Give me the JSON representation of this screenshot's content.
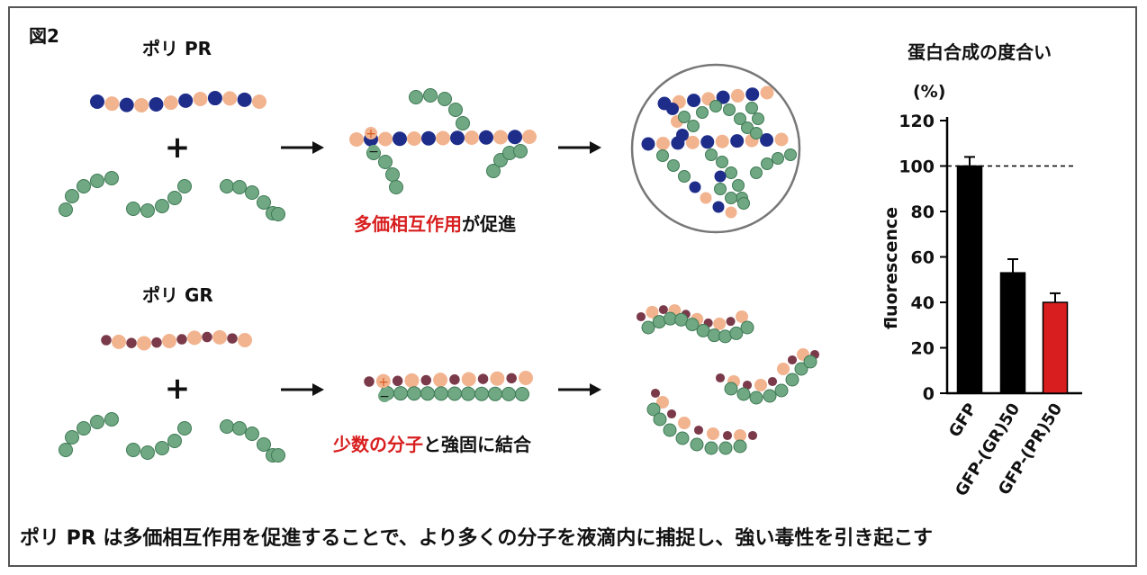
{
  "figure_label": "図2",
  "row1": {
    "title": "ポリ PR",
    "caption_red": "多価相互作用",
    "caption_rest": "が促進"
  },
  "row2": {
    "title": "ポリ GR",
    "caption_red": "少数の分子",
    "caption_rest": "と強固に結合"
  },
  "symbols": {
    "plus": "+",
    "pos": "+",
    "neg": "−"
  },
  "bottom_caption": "ポリ PR は多価相互作用を促進することで、より多くの分子を液滴内に捕捉し、強い毒性を引き起こす",
  "colors": {
    "navy": "#1f2d8a",
    "peach": "#f2b38f",
    "maroon": "#7a3a4a",
    "green": "#6fa882",
    "green_edge": "#3f7a55",
    "bar_black": "#000000",
    "bar_red": "#d81e1e"
  },
  "chart_data": {
    "type": "bar",
    "title": "蛋白合成の度合い",
    "unit": "(%)",
    "ylabel": "fluorescence",
    "ylim": [
      0,
      120
    ],
    "yticks": [
      "0",
      "20",
      "40",
      "60",
      "80",
      "100",
      "120"
    ],
    "categories": [
      "GFP",
      "GFP-(GR)50",
      "GFP-(PR)50"
    ],
    "values": [
      100,
      53,
      40
    ],
    "errors": [
      4,
      6,
      4
    ],
    "bar_colors": [
      "#000000",
      "#000000",
      "#d81e1e"
    ],
    "reference_line": 100
  }
}
